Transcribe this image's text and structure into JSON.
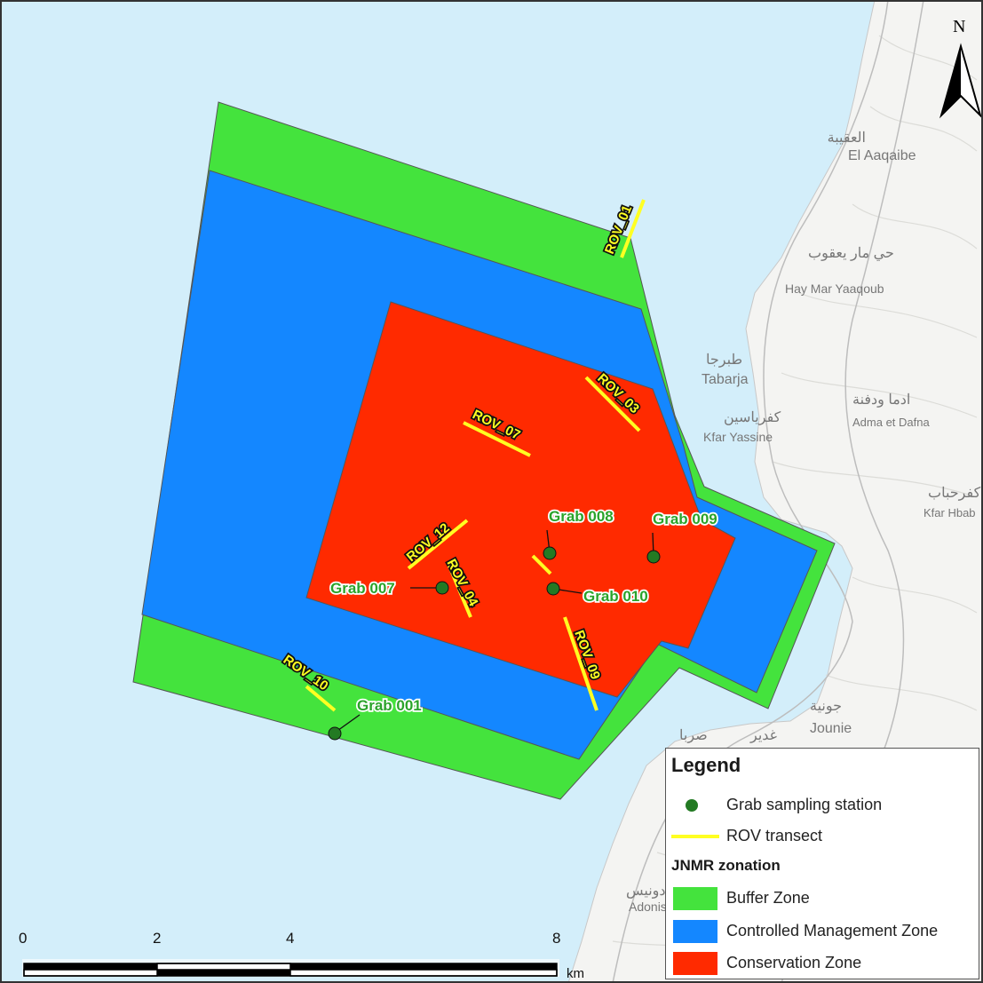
{
  "colors": {
    "sea": "#d3eefa",
    "land": "#f4f4f2",
    "buffer": "#44e33d",
    "controlled": "#1487ff",
    "conservation": "#ff2a00",
    "transect": "#ffff22",
    "station": "#237a23",
    "station_label": "#2aa32a"
  },
  "north_arrow": {
    "label": "N"
  },
  "place_names": [
    {
      "arabic": "العقيبة",
      "latin": "El Aaqaibe"
    },
    {
      "arabic": "حي مار يعقوب",
      "latin": "Hay Mar Yaaqoub"
    },
    {
      "arabic": "طبرجا",
      "latin": "Tabarja"
    },
    {
      "arabic": "كفرياسين",
      "latin": "Kfar Yassine"
    },
    {
      "arabic": "ادما ودفنة",
      "latin": "Adma et Dafna"
    },
    {
      "arabic": "كفرحباب",
      "latin": "Kfar Hbab"
    },
    {
      "arabic": "جونية",
      "latin": "Jounie"
    },
    {
      "arabic": "صربا",
      "latin": ""
    },
    {
      "arabic": "غدير",
      "latin": ""
    },
    {
      "arabic": "ادونيس",
      "latin": "Adonis"
    }
  ],
  "transects": [
    {
      "id": "rov01",
      "label": "ROV_01"
    },
    {
      "id": "rov03",
      "label": "ROV_03"
    },
    {
      "id": "rov07",
      "label": "ROV_07"
    },
    {
      "id": "rov12",
      "label": "ROV_12"
    },
    {
      "id": "rov04",
      "label": "ROV_04"
    },
    {
      "id": "rov09",
      "label": "ROV_09"
    },
    {
      "id": "rov10",
      "label": "ROV_10"
    }
  ],
  "stations": [
    {
      "id": "g008",
      "label": "Grab 008"
    },
    {
      "id": "g009",
      "label": "Grab 009"
    },
    {
      "id": "g007",
      "label": "Grab 007"
    },
    {
      "id": "g010",
      "label": "Grab 010"
    },
    {
      "id": "g001",
      "label": "Grab 001"
    }
  ],
  "scale_bar": {
    "ticks": [
      "0",
      "2",
      "4",
      "8"
    ],
    "unit": "km"
  },
  "legend": {
    "title": "Legend",
    "station": "Grab sampling station",
    "transect": "ROV transect",
    "zonation_heading": "JNMR zonation",
    "buffer": "Buffer Zone",
    "controlled": "Controlled Management Zone",
    "conservation": "Conservation Zone"
  }
}
